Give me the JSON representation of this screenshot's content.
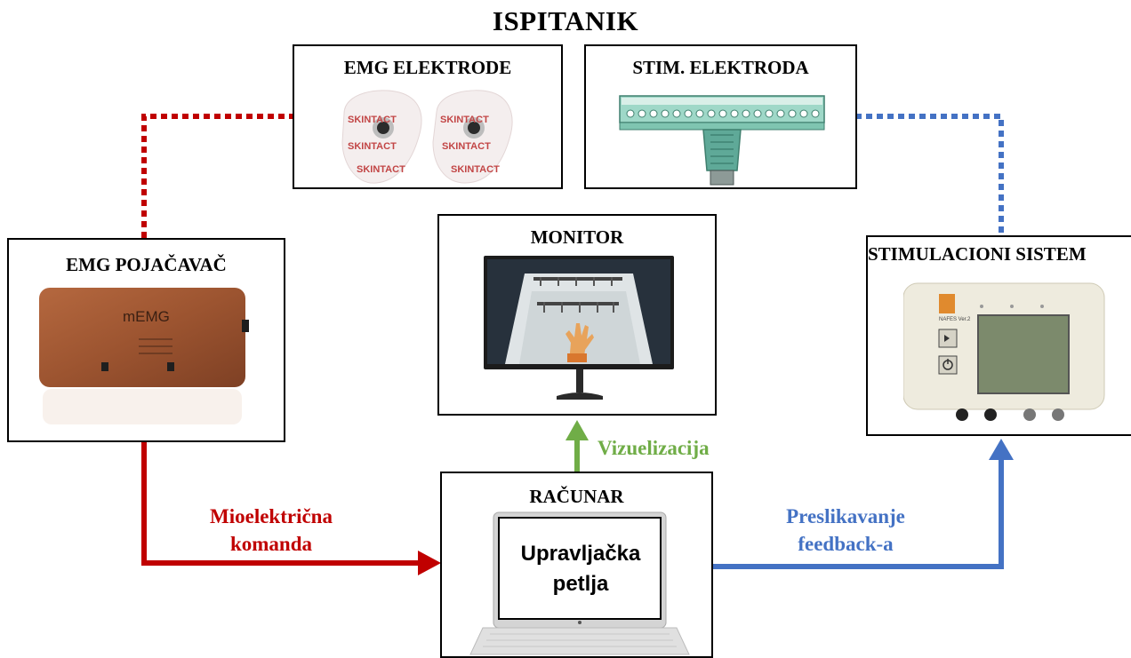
{
  "title": "ISPITANIK",
  "boxes": {
    "emg_elektrode": "EMG ELEKTRODE",
    "stim_elektroda": "STIM. ELEKTRODA",
    "monitor": "MONITOR",
    "emg_pojacavac": "EMG POJAČAVAČ",
    "stimulacioni_sistem": "STIMULACIONI SISTEM",
    "racunar": "RAČUNAR"
  },
  "electrode_pad_text": "SKINTACT",
  "amplifier_brand": "mEMG",
  "laptop_screen": {
    "line1": "Upravljačka",
    "line2": "petlja"
  },
  "edges": {
    "vizuelizacija": "Vizuelizacija",
    "mioelektricna_line1": "Mioelektrična",
    "mioelektricna_line2": "komanda",
    "preslikavanje_line1": "Preslikavanje",
    "preslikavanje_line2": "feedback-a"
  },
  "colors": {
    "red": "#c00000",
    "blue": "#4472c4",
    "green": "#70ad47"
  }
}
